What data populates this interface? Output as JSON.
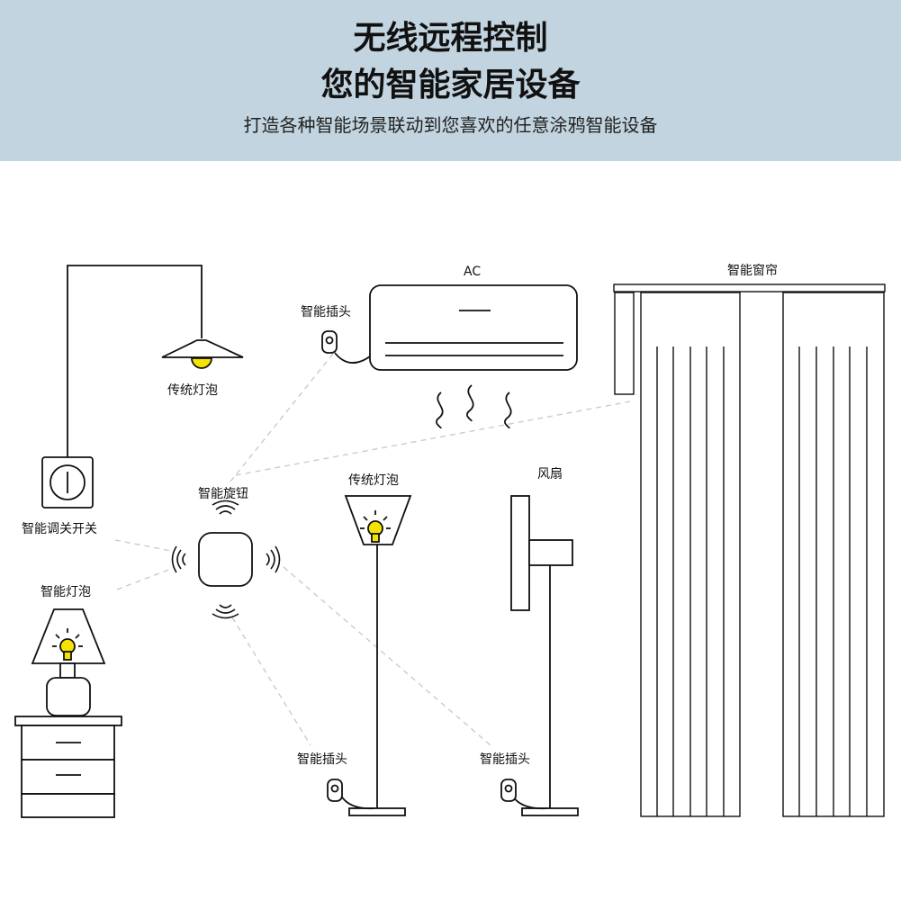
{
  "header": {
    "title_line1": "无线远程控制",
    "title_line2": "您的智能家居设备",
    "subtitle": "打造各种智能场景联动到您喜欢的任意涂鸦智能设备"
  },
  "labels": {
    "traditional_bulb_top": "传统灯泡",
    "smart_dimmer_switch": "智能调关开关",
    "smart_bulb": "智能灯泡",
    "smart_knob": "智能旋钮",
    "smart_plug_ac": "智能插头",
    "ac": "AC",
    "smart_curtain": "智能窗帘",
    "traditional_bulb_floor": "传统灯泡",
    "fan": "风扇",
    "smart_plug_floor_lamp": "智能插头",
    "smart_plug_fan": "智能插头"
  },
  "colors": {
    "banner": "#c2d4df",
    "bulb_yellow": "#f5e400",
    "line": "#111111",
    "dashed": "#c8c8c8"
  },
  "icons": [
    "ceiling-lamp-icon",
    "wall-switch-icon",
    "table-lamp-icon",
    "nightstand-icon",
    "smart-knob-icon",
    "wifi-wave-icon",
    "plug-icon",
    "air-conditioner-icon",
    "floor-lamp-icon",
    "fan-icon",
    "curtain-icon"
  ]
}
